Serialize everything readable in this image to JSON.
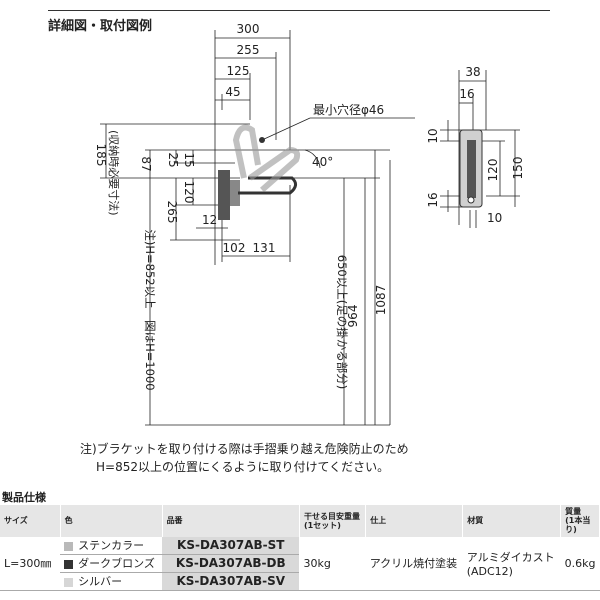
{
  "header": {
    "title": "詳細図・取付図例"
  },
  "drawing": {
    "dims": {
      "d300": "300",
      "d255": "255",
      "d125": "125",
      "d45": "45",
      "d185": "185",
      "d185_note": "(収納時必要寸法)",
      "d87": "87",
      "d25": "25",
      "d15": "15",
      "d265": "265",
      "d120": "120",
      "d12": "12",
      "d102": "102",
      "d131": "131",
      "angle": "40°",
      "hole": "最小穴径φ46",
      "d964": "964",
      "d1087": "1087",
      "h_note": "注)H=852以上　図はH=1000",
      "hang_note": "650以上(足の掛かる部分)",
      "side_38": "38",
      "side_16": "16",
      "side_10a": "10",
      "side_120": "120",
      "side_150": "150",
      "side_16b": "16",
      "side_10b": "10"
    }
  },
  "notes": {
    "line1": "注)ブラケットを取り付ける際は手摺乗り越え危険防止のため",
    "line2": "H=852以上の位置にくるように取り付けてください。"
  },
  "spec": {
    "title": "製品仕様",
    "headers": {
      "size": "サイズ",
      "color": "色",
      "code": "品番",
      "load": "干せる目安重量\n(1セット)",
      "finish": "仕上",
      "material": "材質",
      "weight": "質量\n(1本当り)"
    },
    "size": "L=300㎜",
    "rows": [
      {
        "color_name": "ステンカラー",
        "swatch": "#b9b9b9",
        "code": "KS-DA307AB-ST"
      },
      {
        "color_name": "ダークブロンズ",
        "swatch": "#333333",
        "code": "KS-DA307AB-DB"
      },
      {
        "color_name": "シルバー",
        "swatch": "#d6d6d6",
        "code": "KS-DA307AB-SV"
      }
    ],
    "load": "30kg",
    "finish": "アクリル焼付塗装",
    "material_line1": "アルミダイカスト",
    "material_line2": "(ADC12)",
    "weight": "0.6kg"
  }
}
